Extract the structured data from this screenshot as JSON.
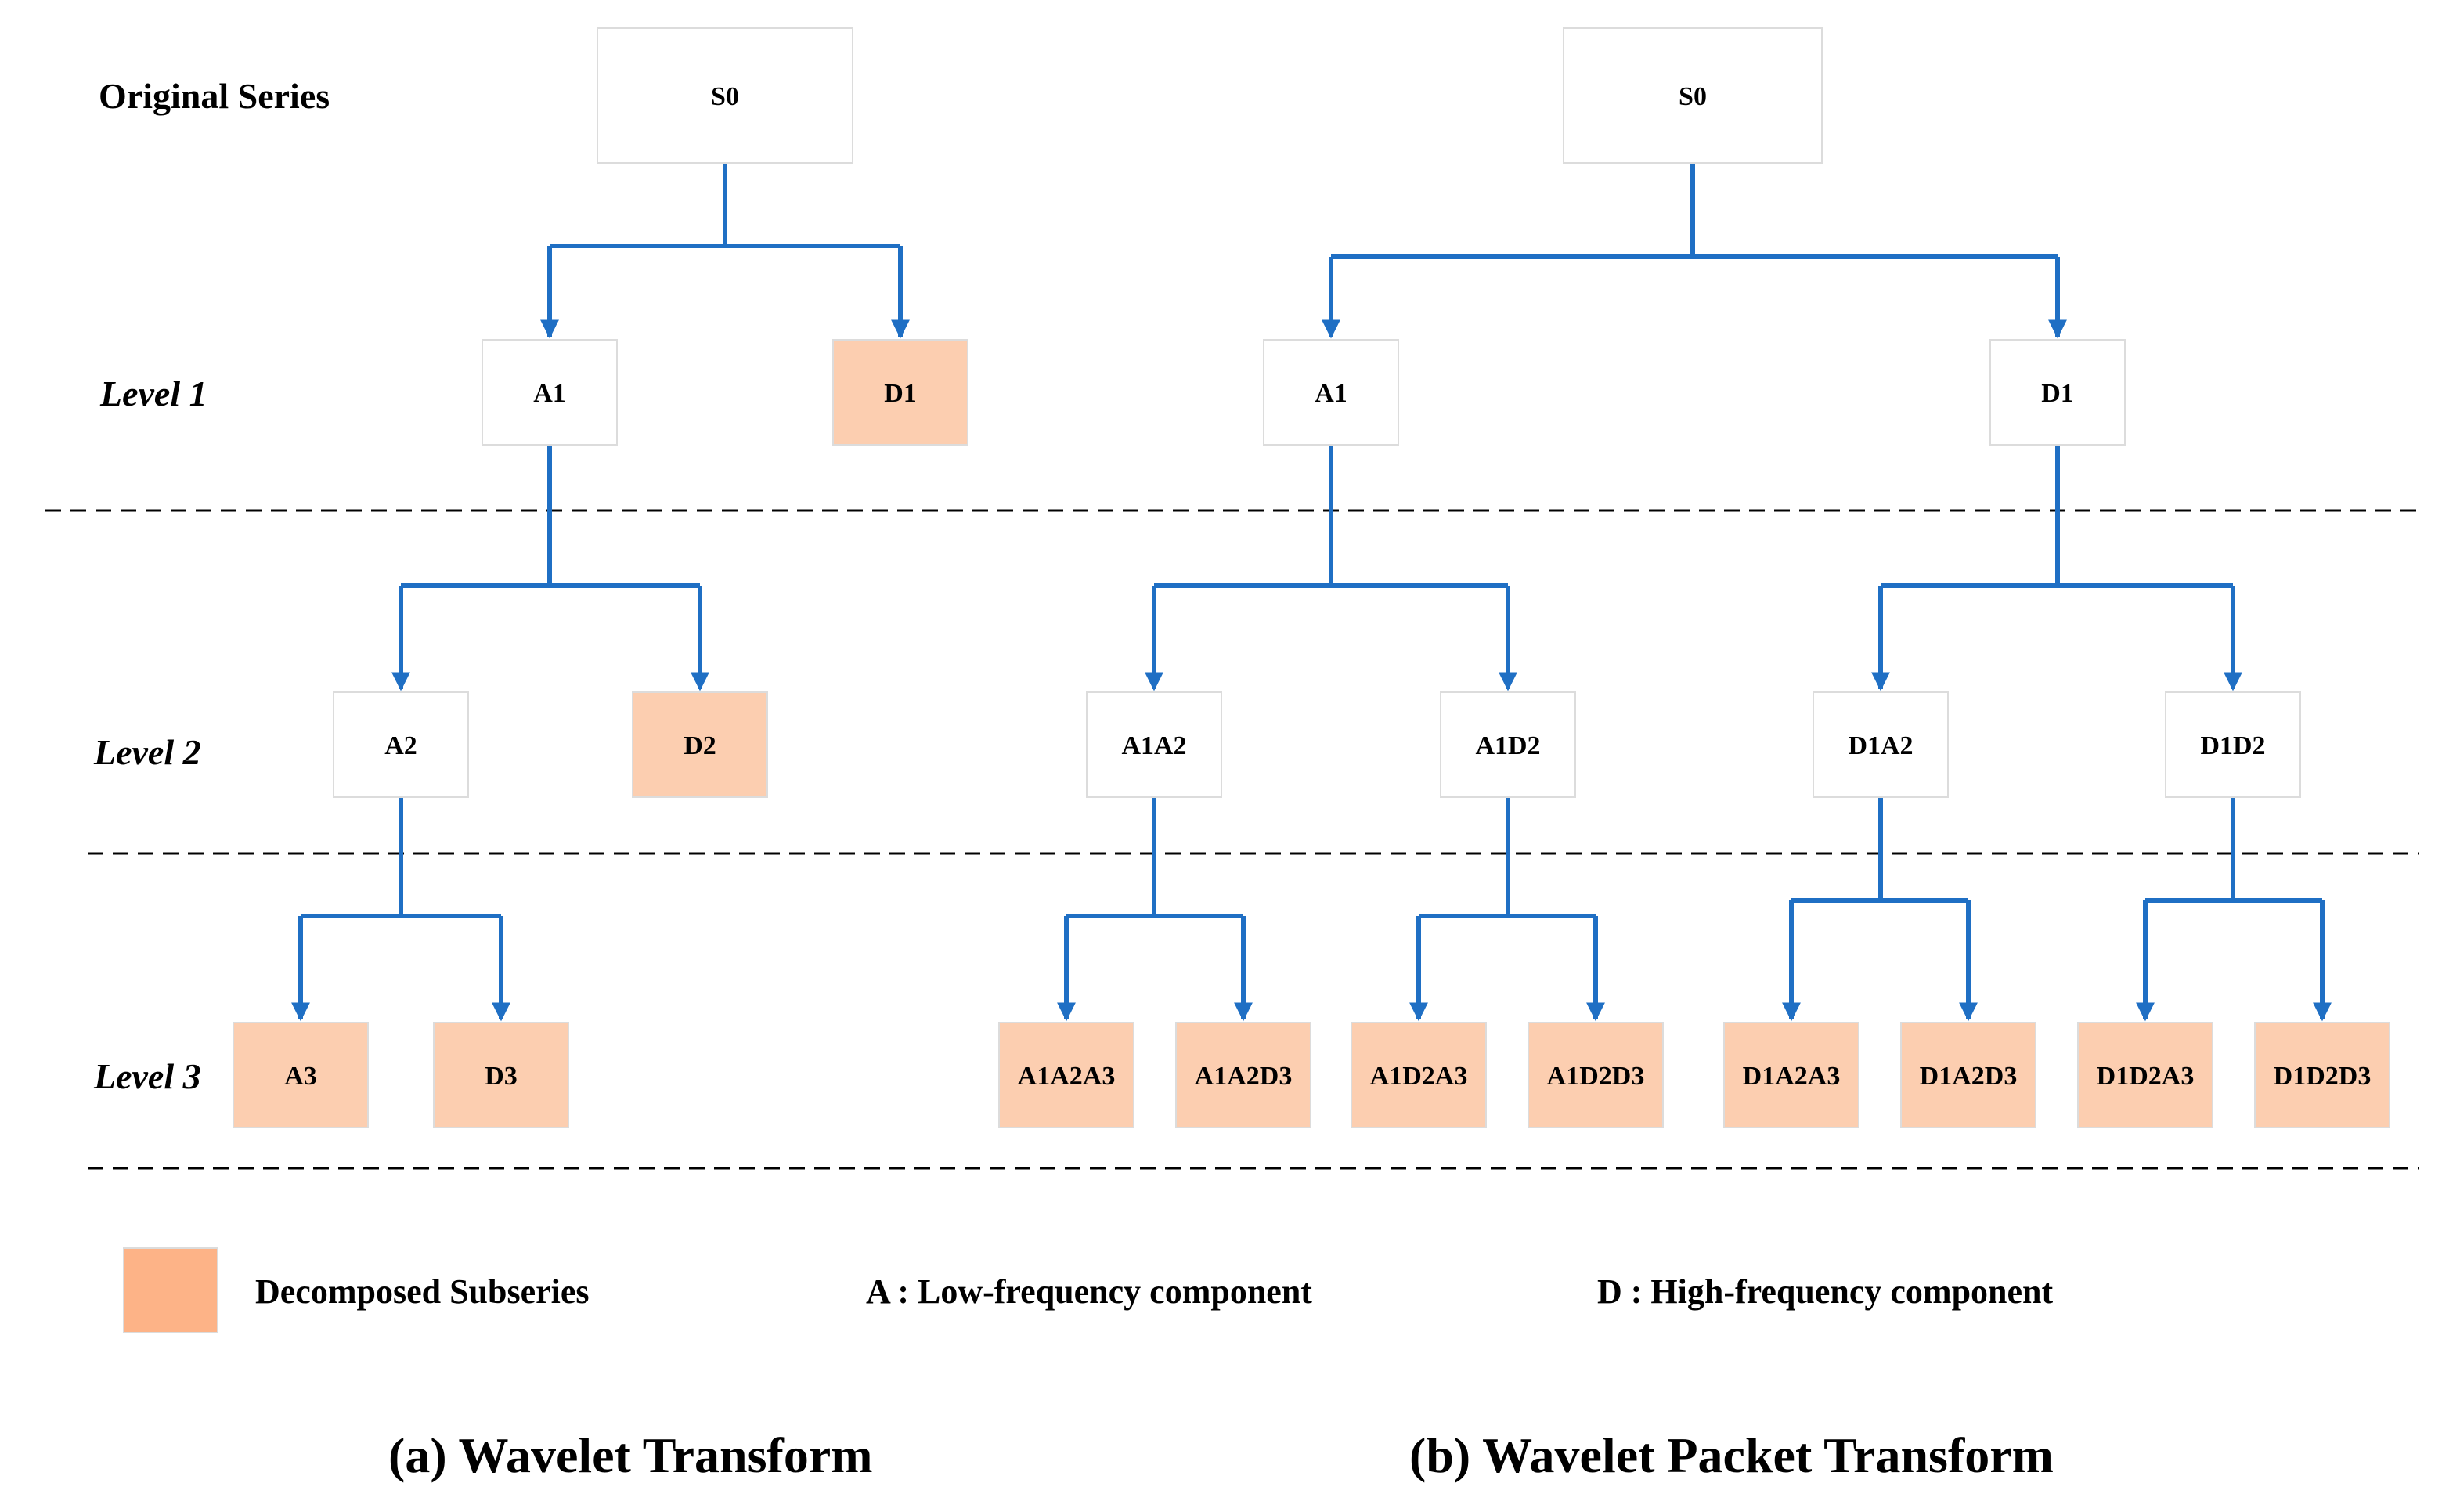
{
  "colors": {
    "connector": "#1f6fc4",
    "subseries_fill": "#fcceb0",
    "legend_swatch": "#fdb387",
    "box_border": "#dcdcdc"
  },
  "row_labels": {
    "original": "Original Series",
    "level1": "Level 1",
    "level2": "Level 2",
    "level3": "Level 3"
  },
  "legend": {
    "swatch_label": "Decomposed Subseries",
    "a_definition": "A : Low-frequency component",
    "d_definition": "D : High-frequency component"
  },
  "captions": {
    "wt": "(a) Wavelet Transform",
    "wpt": "(b) Wavelet Packet Transform"
  },
  "wavelet_transform": {
    "nodes": [
      {
        "id": "wt-s0",
        "label": "S0",
        "decomposed": false
      },
      {
        "id": "wt-a1",
        "label": "A1",
        "decomposed": false
      },
      {
        "id": "wt-d1",
        "label": "D1",
        "decomposed": true
      },
      {
        "id": "wt-a2",
        "label": "A2",
        "decomposed": false
      },
      {
        "id": "wt-d2",
        "label": "D2",
        "decomposed": true
      },
      {
        "id": "wt-a3",
        "label": "A3",
        "decomposed": true
      },
      {
        "id": "wt-d3",
        "label": "D3",
        "decomposed": true
      }
    ],
    "edges": [
      [
        "wt-s0",
        "wt-a1"
      ],
      [
        "wt-s0",
        "wt-d1"
      ],
      [
        "wt-a1",
        "wt-a2"
      ],
      [
        "wt-a1",
        "wt-d2"
      ],
      [
        "wt-a2",
        "wt-a3"
      ],
      [
        "wt-a2",
        "wt-d3"
      ]
    ]
  },
  "wavelet_packet_transform": {
    "nodes": [
      {
        "id": "wpt-s0",
        "label": "S0",
        "decomposed": false
      },
      {
        "id": "wpt-a1",
        "label": "A1",
        "decomposed": false
      },
      {
        "id": "wpt-d1",
        "label": "D1",
        "decomposed": false
      },
      {
        "id": "wpt-a1a2",
        "label": "A1A2",
        "decomposed": false
      },
      {
        "id": "wpt-a1d2",
        "label": "A1D2",
        "decomposed": false
      },
      {
        "id": "wpt-d1a2",
        "label": "D1A2",
        "decomposed": false
      },
      {
        "id": "wpt-d1d2",
        "label": "D1D2",
        "decomposed": false
      },
      {
        "id": "wpt-a1a2a3",
        "label": "A1A2A3",
        "decomposed": true
      },
      {
        "id": "wpt-a1a2d3",
        "label": "A1A2D3",
        "decomposed": true
      },
      {
        "id": "wpt-a1d2a3",
        "label": "A1D2A3",
        "decomposed": true
      },
      {
        "id": "wpt-a1d2d3",
        "label": "A1D2D3",
        "decomposed": true
      },
      {
        "id": "wpt-d1a2a3",
        "label": "D1A2A3",
        "decomposed": true
      },
      {
        "id": "wpt-d1a2d3",
        "label": "D1A2D3",
        "decomposed": true
      },
      {
        "id": "wpt-d1d2a3",
        "label": "D1D2A3",
        "decomposed": true
      },
      {
        "id": "wpt-d1d2d3",
        "label": "D1D2D3",
        "decomposed": true
      }
    ],
    "edges": [
      [
        "wpt-s0",
        "wpt-a1"
      ],
      [
        "wpt-s0",
        "wpt-d1"
      ],
      [
        "wpt-a1",
        "wpt-a1a2"
      ],
      [
        "wpt-a1",
        "wpt-a1d2"
      ],
      [
        "wpt-d1",
        "wpt-d1a2"
      ],
      [
        "wpt-d1",
        "wpt-d1d2"
      ],
      [
        "wpt-a1a2",
        "wpt-a1a2a3"
      ],
      [
        "wpt-a1a2",
        "wpt-a1a2d3"
      ],
      [
        "wpt-a1d2",
        "wpt-a1d2a3"
      ],
      [
        "wpt-a1d2",
        "wpt-a1d2d3"
      ],
      [
        "wpt-d1a2",
        "wpt-d1a2a3"
      ],
      [
        "wpt-d1a2",
        "wpt-d1a2d3"
      ],
      [
        "wpt-d1d2",
        "wpt-d1d2a3"
      ],
      [
        "wpt-d1d2",
        "wpt-d1d2d3"
      ]
    ]
  }
}
